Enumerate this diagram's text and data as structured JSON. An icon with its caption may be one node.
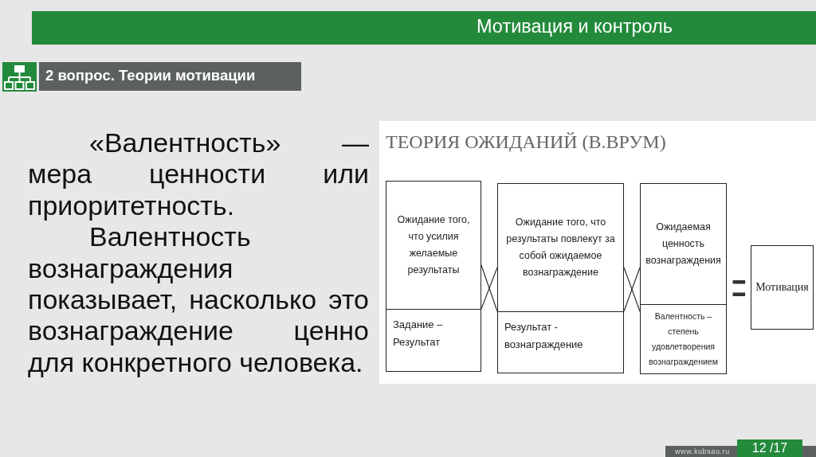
{
  "diagram": {
    "title": "ТЕОРИЯ ОЖИДАНИЙ (В.ВРУМ)",
    "nodes": [
      {
        "text": [
          "Ожидание того, что усилия желаемые результаты",
          "Задание – Результат"
        ]
      },
      {
        "text": [
          "Ожидание того, что результаты повлекут за собой ожидаемое вознаграждение",
          "Результат - вознаграждение"
        ]
      },
      {
        "text": [
          "Ожидаемая ценность вознаграждения",
          "Валентность – степень удовлетворения вознаграждением"
        ]
      },
      {
        "text": [
          "Мотивация"
        ]
      }
    ],
    "edges": [
      {
        "from": 0,
        "to": 1,
        "arrow": "none"
      },
      {
        "from": 0,
        "to": 1,
        "arrow": "none"
      },
      {
        "from": 1,
        "to": 2,
        "arrow": "none"
      },
      {
        "from": 1,
        "to": 2,
        "arrow": "none"
      }
    ],
    "labels": [
      "Мотивация и контроль",
      "2 вопрос. Теории мотивации",
      "«Валентность» — мера ценности или приоритетность.",
      "Валентность вознаграждения показывает, насколько это вознаграждение ценно для конкретного человека.",
      "=",
      "www.kubsau.ru",
      "12 /17"
    ]
  }
}
